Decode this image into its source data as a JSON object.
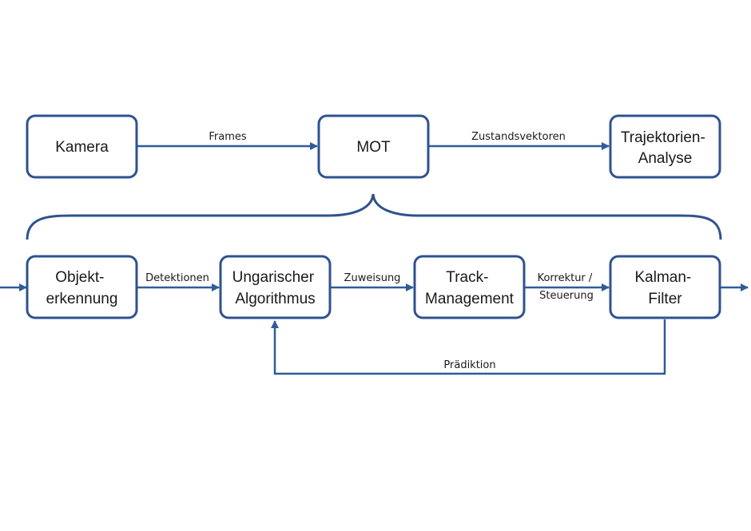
{
  "colors": {
    "node_border": "#2f528f",
    "edge": "#2f5b9a",
    "text": "#1a1a1a",
    "background": "#ffffff"
  },
  "nodes": {
    "kamera": {
      "lines": [
        "Kamera"
      ]
    },
    "mot": {
      "lines": [
        "MOT"
      ]
    },
    "trajektorien": {
      "lines": [
        "Trajektorien-",
        "Analyse"
      ]
    },
    "objekt": {
      "lines": [
        "Objekt-",
        "erkennung"
      ]
    },
    "ungarisch": {
      "lines": [
        "Ungarischer",
        "Algorithmus"
      ]
    },
    "track": {
      "lines": [
        "Track-",
        "Management"
      ]
    },
    "kalman": {
      "lines": [
        "Kalman-",
        "Filter"
      ]
    }
  },
  "edges": {
    "frames": {
      "lines": [
        "Frames"
      ]
    },
    "zustand": {
      "lines": [
        "Zustandsvektoren"
      ]
    },
    "detektionen": {
      "lines": [
        "Detektionen"
      ]
    },
    "zuweisung": {
      "lines": [
        "Zuweisung"
      ]
    },
    "korrektur": {
      "lines": [
        "Korrektur /",
        "Steuerung"
      ]
    },
    "praediktion": {
      "lines": [
        "Prädiktion"
      ]
    }
  }
}
